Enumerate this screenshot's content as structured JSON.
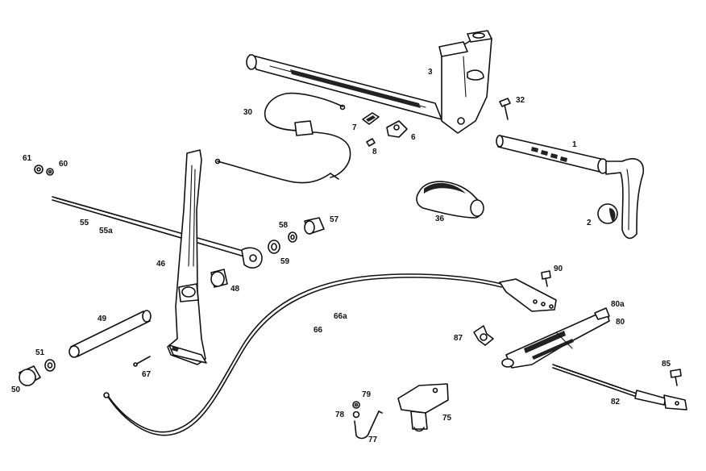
{
  "callouts": [
    "1",
    "2",
    "3",
    "6",
    "7",
    "8",
    "30",
    "32",
    "36",
    "46",
    "48",
    "49",
    "50",
    "51",
    "55",
    "55a",
    "57",
    "58",
    "59",
    "60",
    "61",
    "66",
    "66a",
    "67",
    "75",
    "77",
    "78",
    "79",
    "80",
    "80a",
    "82",
    "85",
    "87",
    "90"
  ]
}
